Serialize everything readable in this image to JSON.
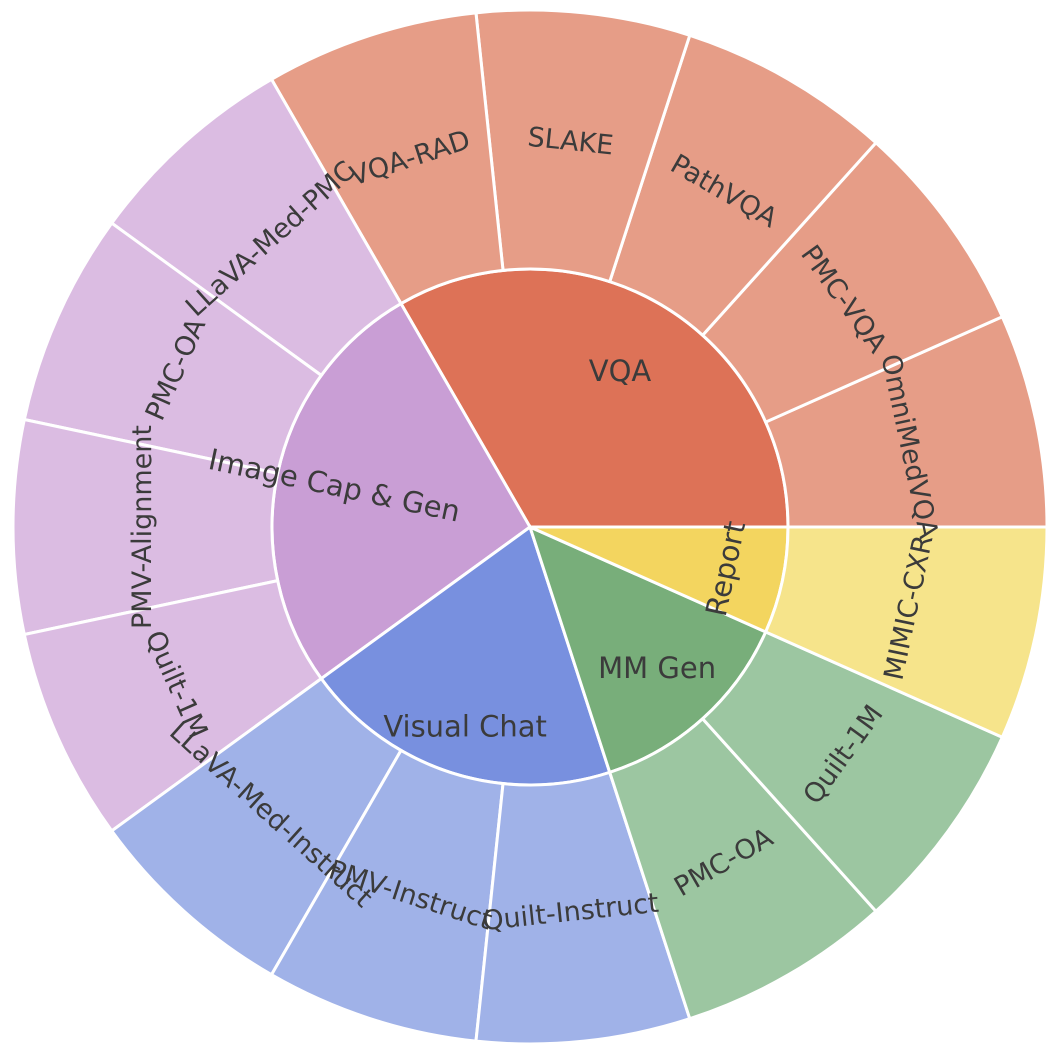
{
  "chart_data": {
    "type": "sunburst",
    "categories": [
      {
        "name": "VQA",
        "value": 5,
        "color": "#dd7257",
        "children": [
          {
            "name": "OmniMedVQA",
            "value": 1,
            "color": "#e69d87"
          },
          {
            "name": "PMC-VQA",
            "value": 1,
            "color": "#e69d87"
          },
          {
            "name": "PathVQA",
            "value": 1,
            "color": "#e69d87"
          },
          {
            "name": "SLAKE",
            "value": 1,
            "color": "#e69d87"
          },
          {
            "name": "VQA-RAD",
            "value": 1,
            "color": "#e69d87"
          }
        ]
      },
      {
        "name": "Image Cap & Gen",
        "value": 4,
        "color": "#c99ed5",
        "children": [
          {
            "name": "LLaVA-Med-PMC",
            "value": 1,
            "color": "#dbbce2"
          },
          {
            "name": "PMC-OA",
            "value": 1,
            "color": "#dbbce2"
          },
          {
            "name": "PMV-Alignment",
            "value": 1,
            "color": "#dbbce2"
          },
          {
            "name": "Quilt-1M",
            "value": 1,
            "color": "#dbbce2"
          }
        ]
      },
      {
        "name": "Visual Chat",
        "value": 3,
        "color": "#7890df",
        "children": [
          {
            "name": "LLaVA-Med-Instruct",
            "value": 1,
            "color": "#a0b2e8"
          },
          {
            "name": "PMV-Instruct",
            "value": 1,
            "color": "#a0b2e8"
          },
          {
            "name": "Quilt-Instruct",
            "value": 1,
            "color": "#a0b2e8"
          }
        ]
      },
      {
        "name": "MM Gen",
        "value": 2,
        "color": "#78ae7a",
        "children": [
          {
            "name": "PMC-OA",
            "value": 1,
            "color": "#9cc6a1"
          },
          {
            "name": "Quilt-1M",
            "value": 1,
            "color": "#9cc6a1"
          }
        ]
      },
      {
        "name": "Report",
        "value": 1,
        "color": "#f3d55f",
        "children": [
          {
            "name": "MIMIC-CXR",
            "value": 1,
            "color": "#f6e48b"
          }
        ]
      }
    ]
  }
}
